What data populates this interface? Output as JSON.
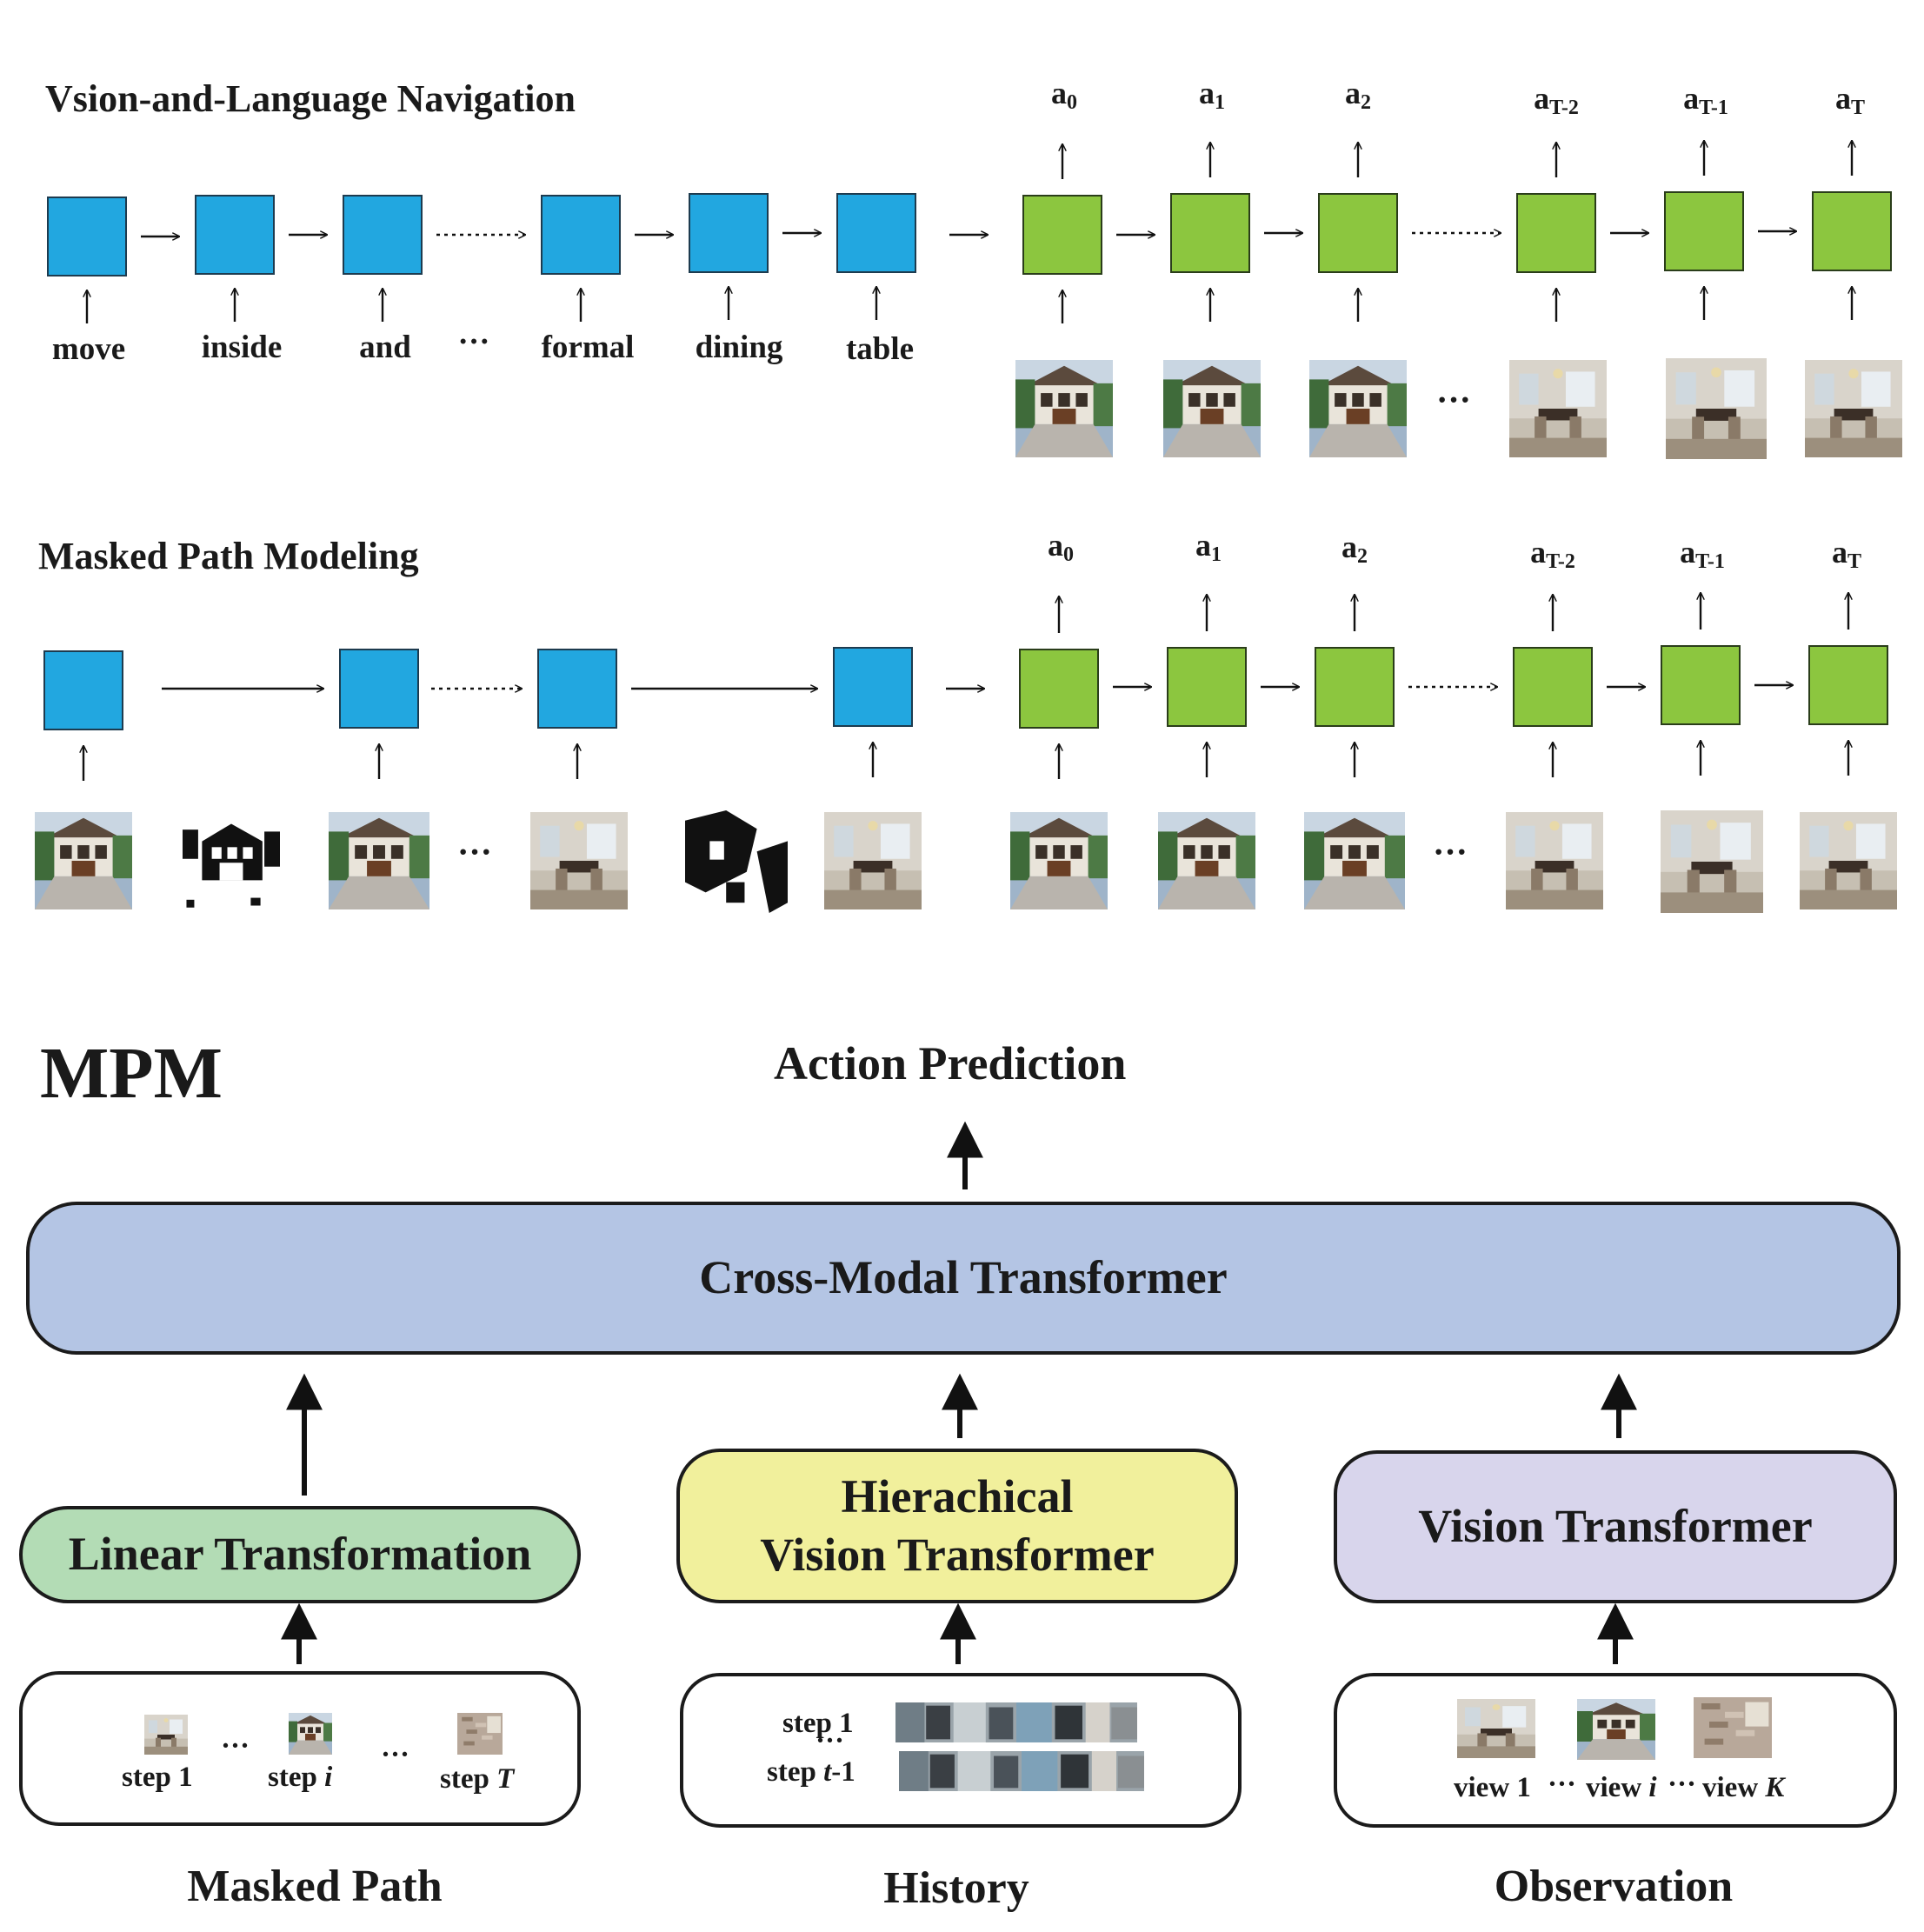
{
  "vln": {
    "title": "Vsion-and-Language Navigation",
    "words": [
      "move",
      "inside",
      "and",
      "···",
      "formal",
      "dining",
      "table"
    ],
    "actions": [
      "a",
      "a",
      "a",
      "a",
      "a",
      "a"
    ],
    "action_subs": [
      "0",
      "1",
      "2",
      "T-2",
      "T-1",
      "T"
    ],
    "ellipsis": "···"
  },
  "mpm_row": {
    "title": "Masked Path Modeling",
    "actions": [
      "a",
      "a",
      "a",
      "a",
      "a",
      "a"
    ],
    "action_subs": [
      "0",
      "1",
      "2",
      "T-2",
      "T-1",
      "T"
    ],
    "ellipsis": "···"
  },
  "arch": {
    "title": "MPM",
    "output_label": "Action Prediction",
    "cross_modal": "Cross-Modal Transformer",
    "linear": "Linear Transformation",
    "hier_line1": "Hierachical",
    "hier_line2": "Vision Transformer",
    "vit": "Vision Transformer",
    "masked_path": {
      "label": "Masked Path",
      "step1": "step 1",
      "stepi_prefix": "step ",
      "stepi_var": "i",
      "stepT_prefix": "step ",
      "stepT_var": "T",
      "dots": "···"
    },
    "history": {
      "label": "History",
      "step1": "step 1",
      "dots": "···",
      "steplast_prefix": "step ",
      "steplast_var": "t",
      "steplast_suffix": "-1"
    },
    "observation": {
      "label": "Observation",
      "view1": "view 1",
      "viewi_prefix": "view ",
      "viewi_var": "i",
      "viewK_prefix": "view ",
      "viewK_var": "K",
      "dots": "···"
    }
  },
  "colors": {
    "language_token": "#22a7e0",
    "vision_token": "#8cc63f",
    "cross_modal": "#b4c5e4",
    "linear": "#b3dcb5",
    "hierarchical": "#f1f09c",
    "vit": "#d8d5ec"
  }
}
